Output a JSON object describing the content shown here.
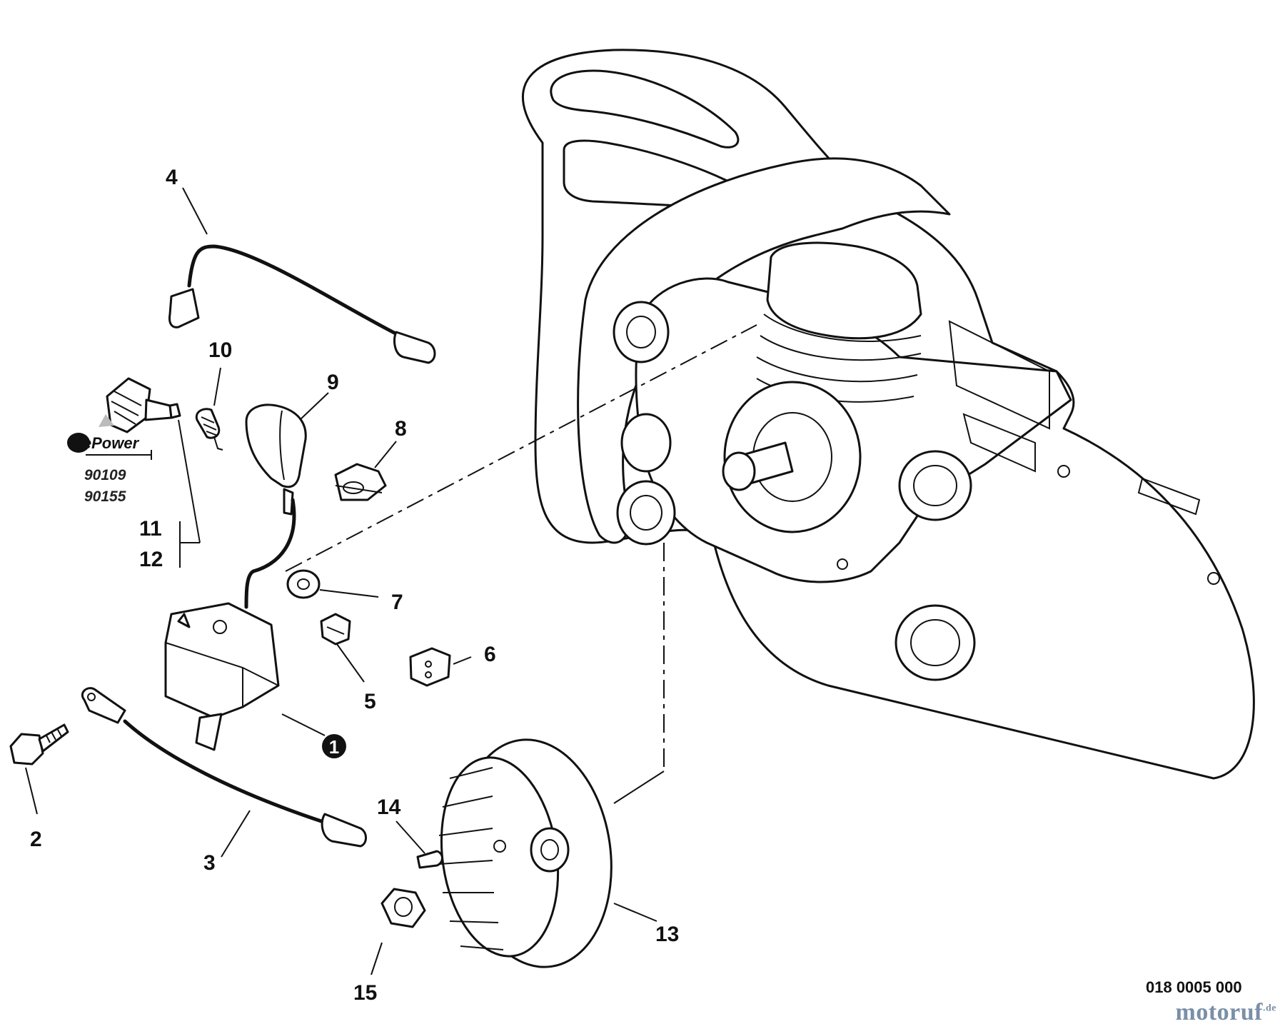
{
  "diagram": {
    "callouts": {
      "c1": "1",
      "c2": "2",
      "c3": "3",
      "c4": "4",
      "c5": "5",
      "c6": "6",
      "c7": "7",
      "c8": "8",
      "c9": "9",
      "c10": "10",
      "c11": "11",
      "c12": "12",
      "c13": "13",
      "c14": "14",
      "c15": "15"
    },
    "repower_label": "RePower",
    "repower_parts": [
      "90109",
      "90155"
    ],
    "doc_code": "018 0005 000",
    "watermark": {
      "brand": "motoruf",
      "tld": ".de"
    }
  }
}
